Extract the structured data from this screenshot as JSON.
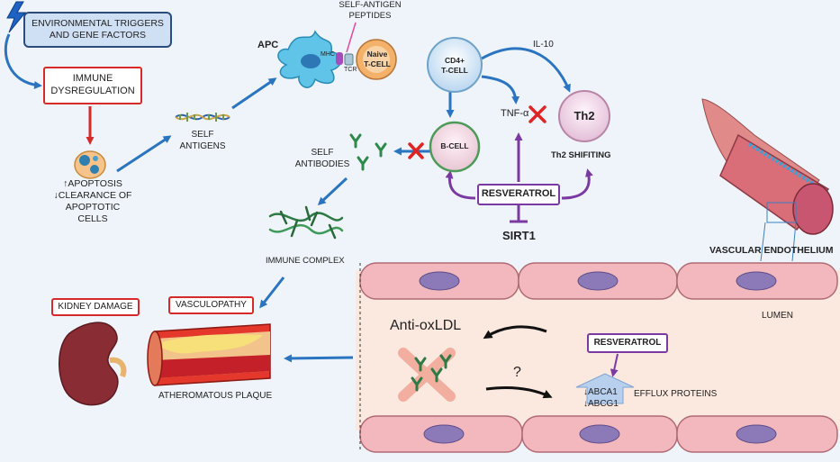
{
  "colors": {
    "arrow_blue": "#2a74c0",
    "box_red": "#d62a2a",
    "box_purple": "#7b3aa1",
    "x_red": "#e02424",
    "env_box_fill": "#cfe0f4",
    "env_box_border": "#2c4c7c",
    "endothelium_pink": "#f2b8bd",
    "lumen_peach": "#fbe8de"
  },
  "boxes": {
    "env_triggers": "ENVIRONMENTAL TRIGGERS\nAND GENE FACTORS",
    "immune_dysregulation": "IMMUNE\nDYSREGULATION",
    "resveratrol_top": "RESVERATROL",
    "resveratrol_bottom": "RESVERATROL",
    "kidney_damage": "KIDNEY DAMAGE",
    "vasculopathy": "VASCULOPATHY"
  },
  "labels": {
    "apoptosis": "↑APOPTOSIS\n↓CLEARANCE OF\nAPOPTOTIC CELLS",
    "self_antigens": "SELF\nANTIGENS",
    "apc": "APC",
    "self_antigen_peptides": "SELF-ANTIGEN\nPEPTIDES",
    "mhc": "MHC",
    "tcr": "TCR",
    "naive_tcell": "Naive\nT-CELL",
    "cd4_tcell": "CD4+\nT-CELL",
    "il10": "IL-10",
    "tnf_alpha": "TNF-α",
    "th2": "Th2",
    "th2_shifting": "Th2 SHIFITING",
    "bcell": "B-CELL",
    "self_antibodies": "SELF\nANTIBODIES",
    "sirt1": "SIRT1",
    "immune_complex": "IMMUNE COMPLEX",
    "vascular_endothelium": "VASCULAR ENDOTHELIUM",
    "lumen": "LUMEN",
    "anti_oxldl": "Anti-oxLDL",
    "question": "?",
    "abca1": "↓ABCA1",
    "abcg1": "↓ABCG1",
    "efflux_proteins": "EFFLUX PROTEINS",
    "atheromatous_plaque": "ATHEROMATOUS PLAQUE"
  },
  "icons": [
    "lightning-icon",
    "apoptotic-cell-icon",
    "dna-icon",
    "dendritic-cell-icon",
    "antibody-icon",
    "immune-complex-icon",
    "kidney-icon",
    "artery-plaque-icon",
    "blood-vessel-icon",
    "endothelial-cell-icon",
    "inhibit-x-icon"
  ]
}
